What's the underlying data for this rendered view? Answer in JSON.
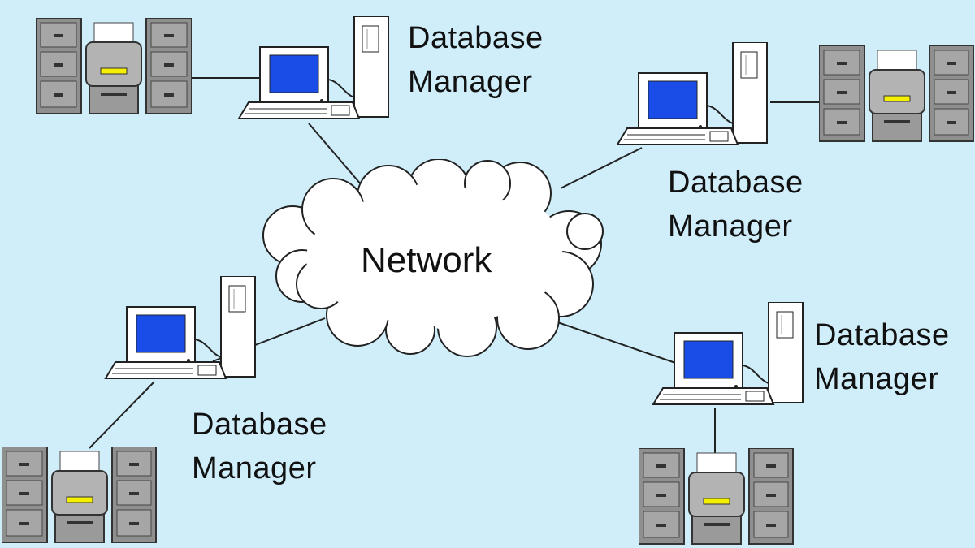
{
  "network": {
    "label": "Network"
  },
  "nodes": [
    {
      "label_line1": "Database",
      "label_line2": "Manager"
    },
    {
      "label_line1": "Database",
      "label_line2": "Manager"
    },
    {
      "label_line1": "Database",
      "label_line2": "Manager"
    },
    {
      "label_line1": "Database",
      "label_line2": "Manager"
    }
  ],
  "colors": {
    "background": "#cfeefa",
    "screen": "#1a4de8",
    "cabinet": "#8f8f8f",
    "printer_light": "#f4f000"
  }
}
